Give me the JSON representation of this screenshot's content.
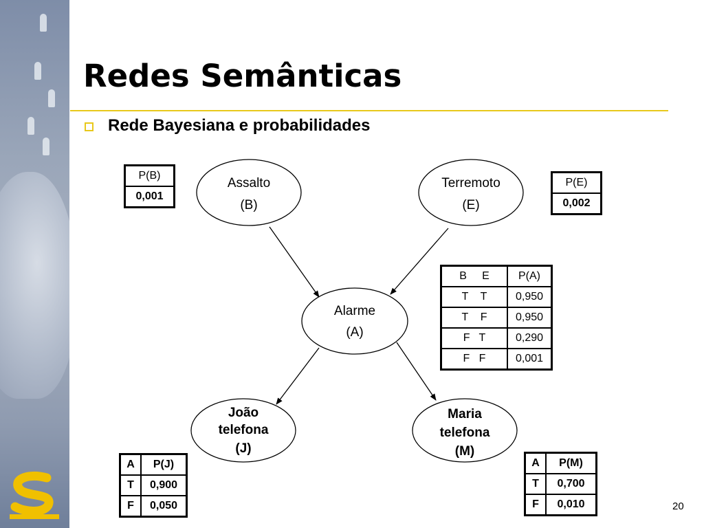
{
  "slide": {
    "title": "Redes Semânticas",
    "bullet": "Rede Bayesiana e probabilidades",
    "page_number": "20"
  },
  "nodes": {
    "assalto": {
      "line1": "Assalto",
      "line2": "(B)"
    },
    "terremoto": {
      "line1": "Terremoto",
      "line2": "(E)"
    },
    "alarme": {
      "line1": "Alarme",
      "line2": "(A)"
    },
    "joao": {
      "line1": "João",
      "line2": "telefona",
      "line3": "(J)"
    },
    "maria": {
      "line1": "Maria",
      "line2": "telefona",
      "line3": "(M)"
    }
  },
  "tables": {
    "pb": {
      "header": "P(B)",
      "value": "0,001"
    },
    "pe": {
      "header": "P(E)",
      "value": "0,002"
    },
    "pa": {
      "headers": [
        "B     E",
        "P(A)"
      ],
      "rows": [
        [
          "T    T",
          "0,950"
        ],
        [
          "T    F",
          "0,950"
        ],
        [
          "F   T",
          "0,290"
        ],
        [
          "F   F",
          "0,001"
        ]
      ]
    },
    "pj": {
      "headers": [
        "A",
        "P(J)"
      ],
      "rows": [
        [
          "T",
          "0,900"
        ],
        [
          "F",
          "0,050"
        ]
      ]
    },
    "pm": {
      "headers": [
        "A",
        "P(M)"
      ],
      "rows": [
        [
          "T",
          "0,700"
        ],
        [
          "F",
          "0,010"
        ]
      ]
    }
  },
  "colors": {
    "accent": "#e8c81a",
    "logo_yellow": "#f0c000"
  },
  "icons": {
    "bullet": "hollow-square-bullet-icon",
    "logo": "institution-logo-icon"
  }
}
